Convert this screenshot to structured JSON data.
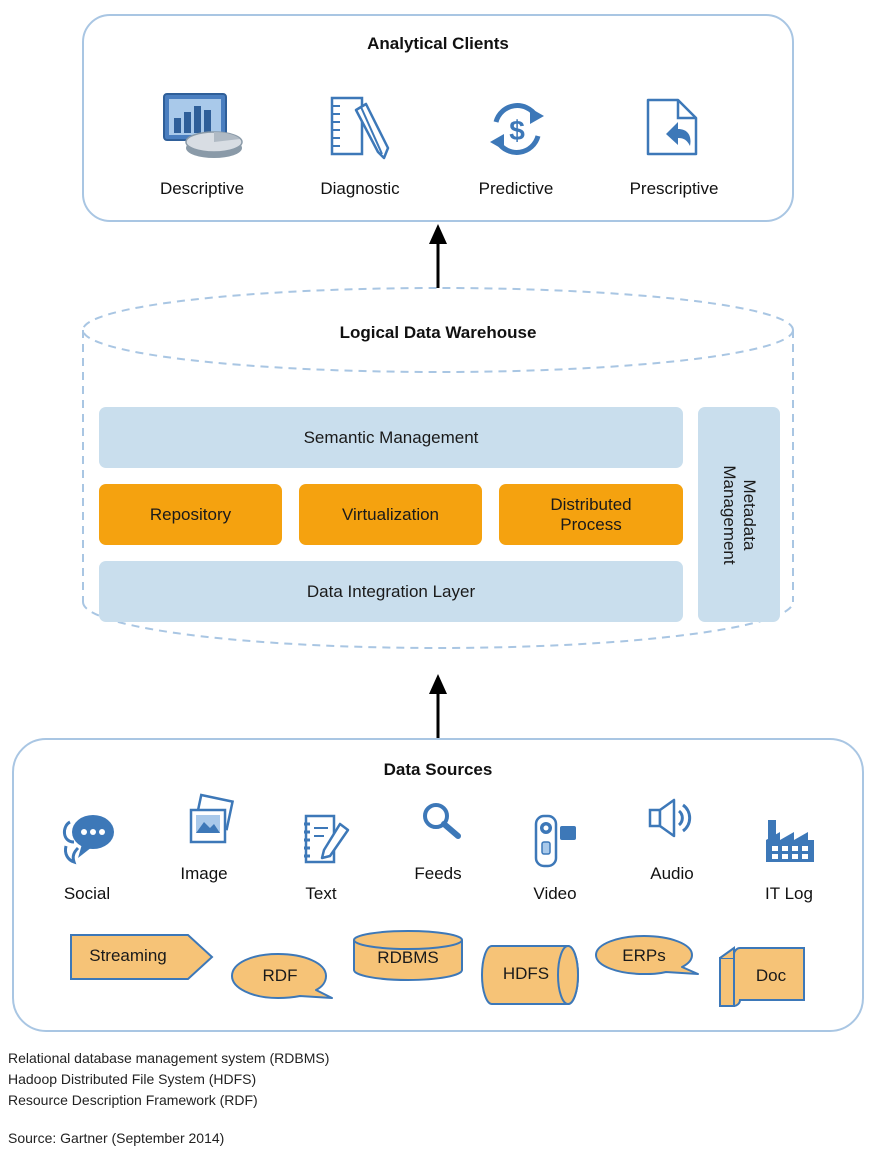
{
  "analytical_clients": {
    "title": "Analytical Clients",
    "items": [
      {
        "label": "Descriptive",
        "icon": "bar-chart-pie-icon"
      },
      {
        "label": "Diagnostic",
        "icon": "notepad-pencil-icon"
      },
      {
        "label": "Predictive",
        "icon": "dollar-cycle-icon"
      },
      {
        "label": "Prescriptive",
        "icon": "document-arrow-icon"
      }
    ]
  },
  "warehouse": {
    "title": "Logical Data Warehouse",
    "semantic": "Semantic Management",
    "repository": "Repository",
    "virtualization": "Virtualization",
    "distributed_line1": "Distributed",
    "distributed_line2": "Process",
    "integration": "Data Integration Layer",
    "metadata_line1": "Metadata",
    "metadata_line2": "Management"
  },
  "data_sources": {
    "title": "Data Sources",
    "items": [
      {
        "label": "Social",
        "icon": "chat-bubble-icon"
      },
      {
        "label": "Image",
        "icon": "image-icon"
      },
      {
        "label": "Text",
        "icon": "notebook-pencil-icon"
      },
      {
        "label": "Feeds",
        "icon": "magnifier-icon"
      },
      {
        "label": "Video",
        "icon": "video-camera-icon"
      },
      {
        "label": "Audio",
        "icon": "speaker-icon"
      },
      {
        "label": "IT Log",
        "icon": "factory-icon"
      }
    ],
    "shapes": {
      "streaming": "Streaming",
      "rdf": "RDF",
      "rdbms": "RDBMS",
      "hdfs": "HDFS",
      "erps": "ERPs",
      "doc": "Doc"
    }
  },
  "footnotes": {
    "rdbms": "Relational database management system (RDBMS)",
    "hdfs": "Hadoop Distributed File System (HDFS)",
    "rdf": "Resource Description Framework (RDF)",
    "source": "Source: Gartner (September 2014)"
  },
  "colors": {
    "panel_border": "#a9c6e3",
    "light_blue_fill": "#c9deed",
    "orange_fill": "#f5a20f",
    "tan_fill": "#f6c377",
    "icon_blue": "#3d78b8"
  }
}
